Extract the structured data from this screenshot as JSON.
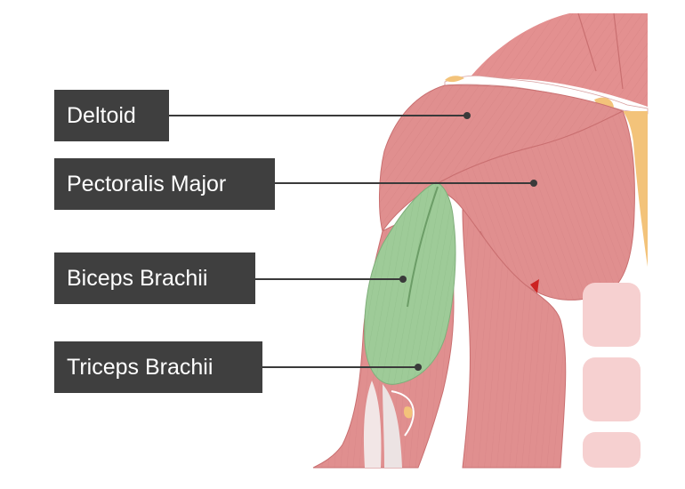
{
  "labels": [
    {
      "id": "deltoid",
      "text": "Deltoid"
    },
    {
      "id": "pectoralis-major",
      "text": "Pectoralis Major"
    },
    {
      "id": "biceps-brachii",
      "text": "Biceps Brachii"
    },
    {
      "id": "triceps-brachii",
      "text": "Triceps Brachii"
    }
  ],
  "colors": {
    "muscle": "#e08f8f",
    "muscle_dark": "#c96f70",
    "highlight": "#9ecb98",
    "label_bg": "#3f3f3f",
    "label_text": "#ffffff",
    "fat": "#f3c37a",
    "leader": "#3a3a3a"
  }
}
